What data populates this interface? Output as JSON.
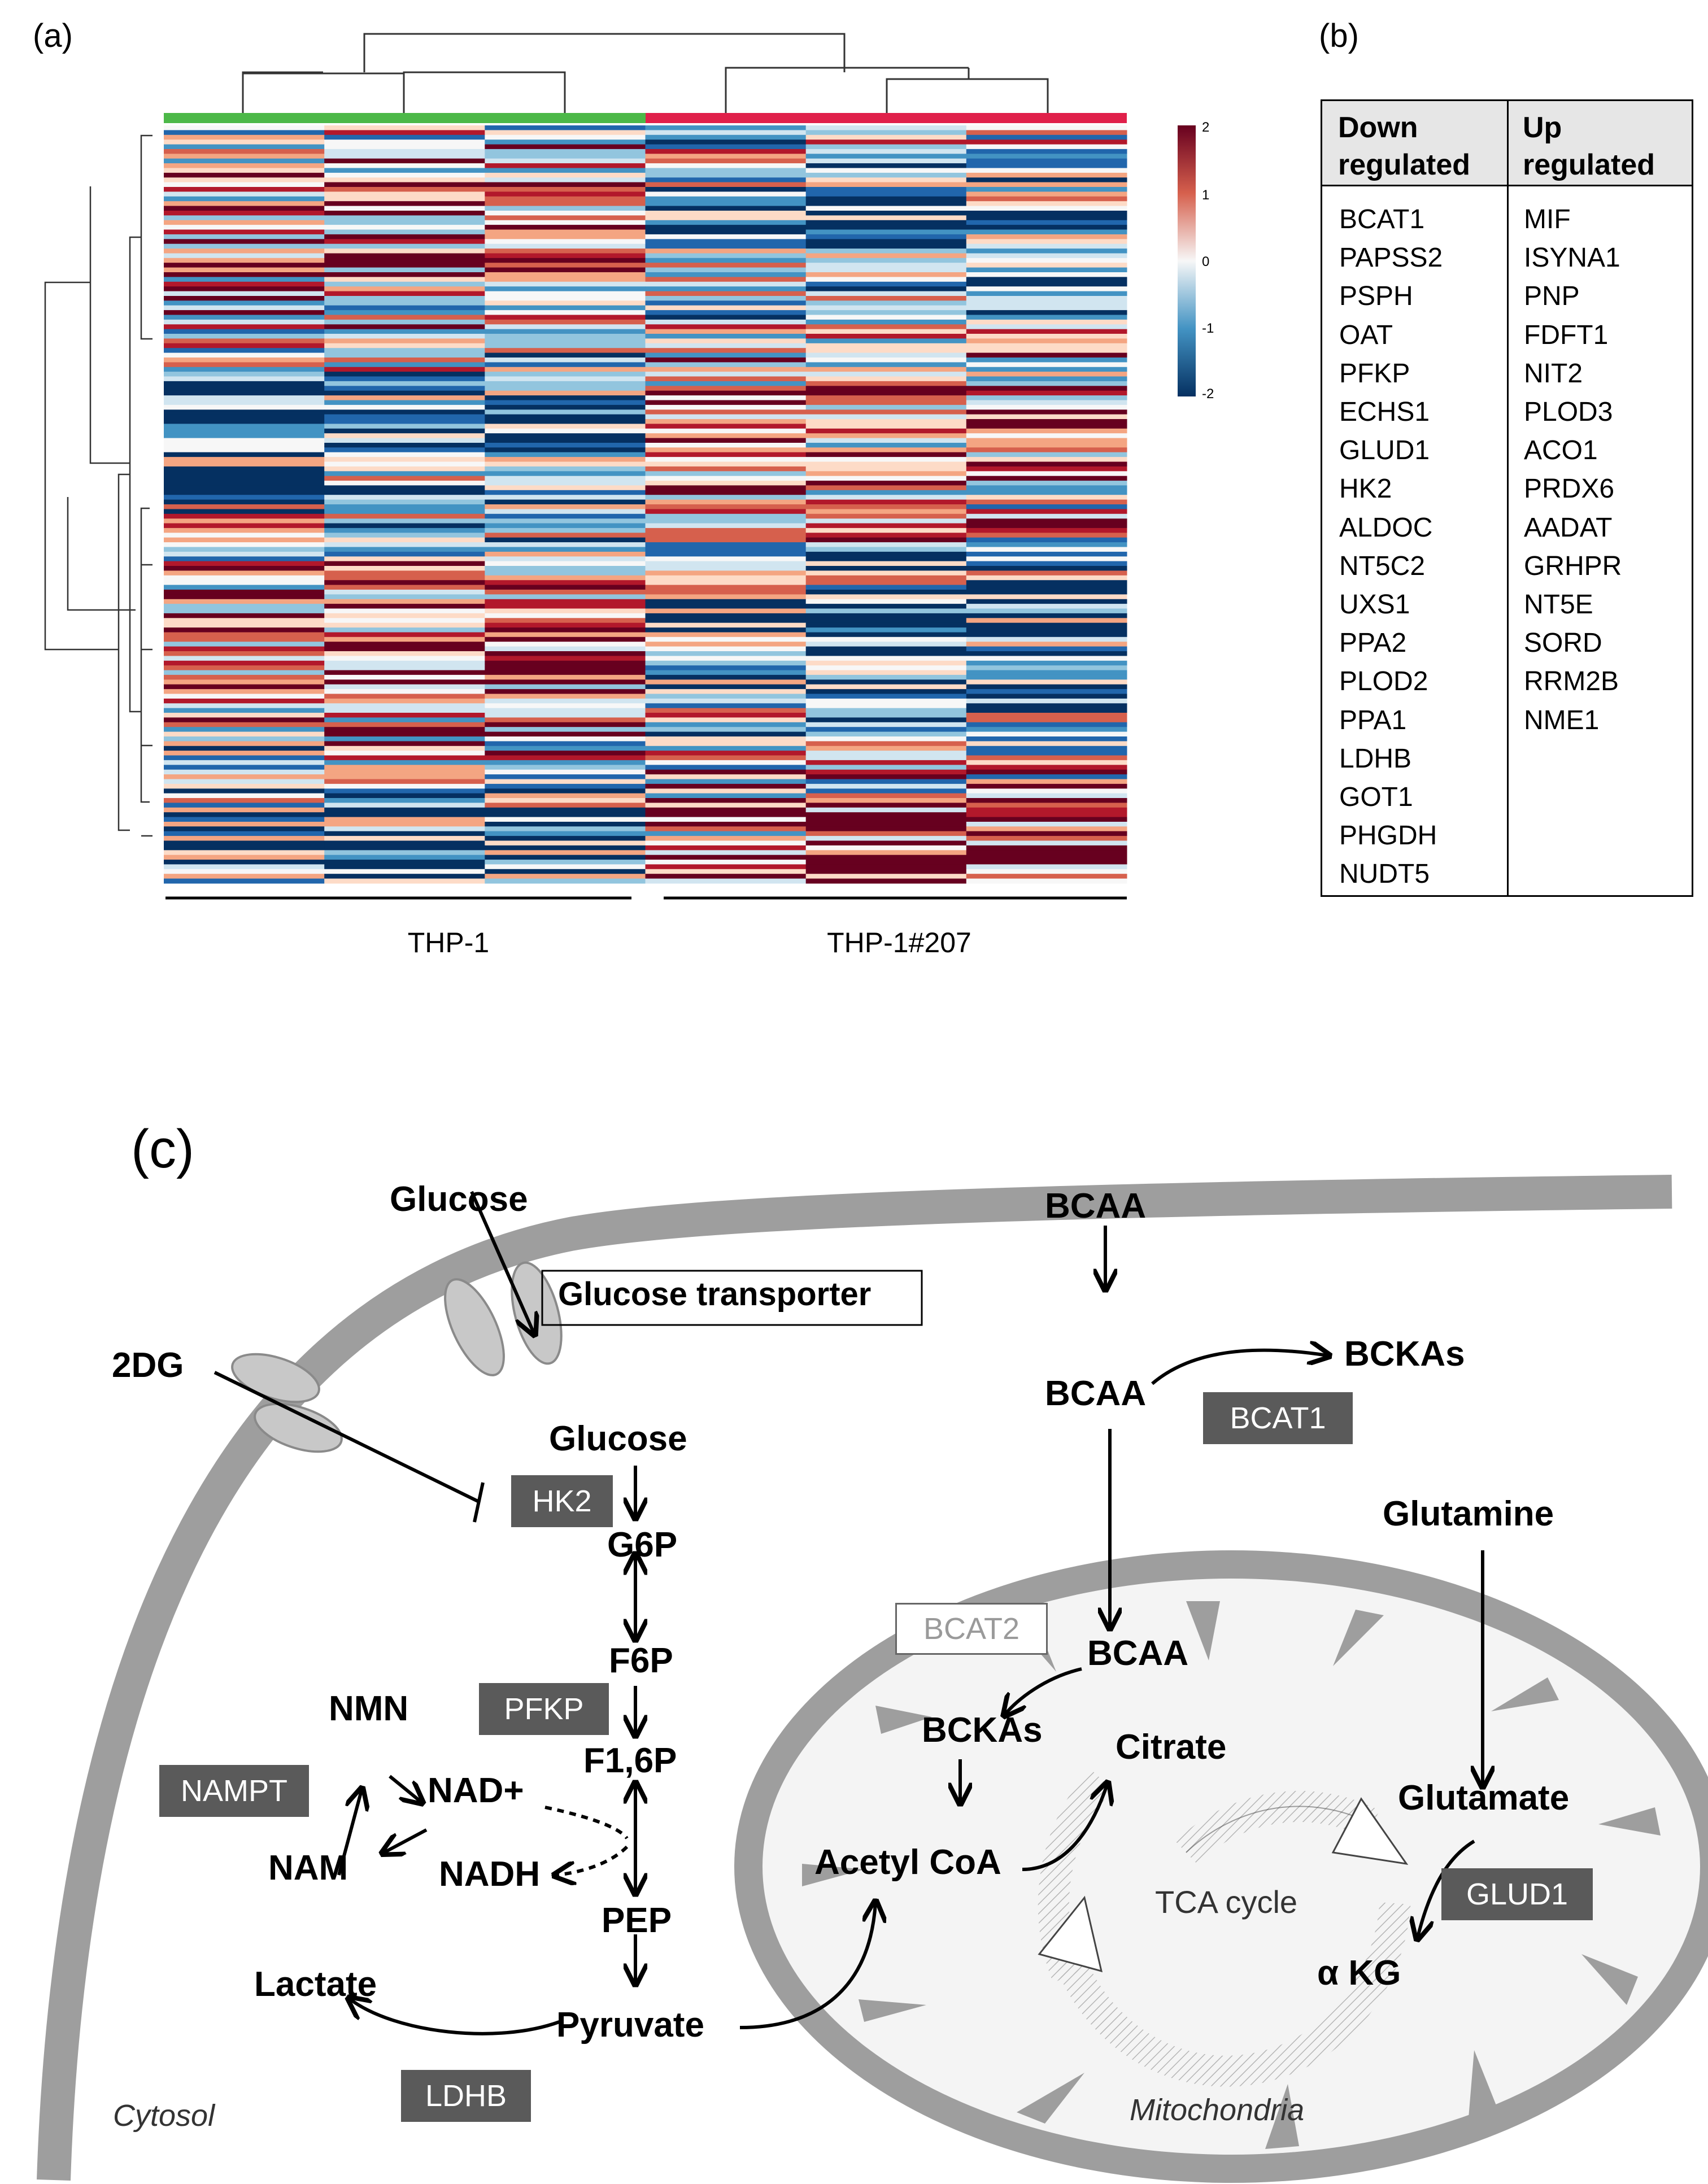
{
  "panel_a": {
    "label": "(a)",
    "group_labels": [
      "THP-1",
      "THP-1#207"
    ],
    "group_bar_colors": [
      "#4cb848",
      "#e0204a"
    ],
    "color_scale": {
      "ticks": [
        "2",
        "1",
        "0",
        "-1",
        "-2"
      ],
      "colors": [
        "#67001f",
        "#d6604d",
        "#f7f7f7",
        "#4393c3",
        "#053061"
      ]
    }
  },
  "panel_b": {
    "label": "(b)",
    "headers": [
      "Down\nregulated",
      "Up\nregulated"
    ],
    "down_regulated": [
      "BCAT1",
      "PAPSS2",
      "PSPH",
      "OAT",
      "PFKP",
      "ECHS1",
      "GLUD1",
      "HK2",
      "ALDOC",
      "NT5C2",
      "UXS1",
      "PPA2",
      "PLOD2",
      "PPA1",
      "LDHB",
      "GOT1",
      "PHGDH",
      "NUDT5"
    ],
    "up_regulated": [
      "MIF",
      "ISYNA1",
      "PNP",
      "FDFT1",
      "NIT2",
      "PLOD3",
      "ACO1",
      "PRDX6",
      "AADAT",
      "GRHPR",
      "NT5E",
      "SORD",
      "RRM2B",
      "NME1"
    ]
  },
  "panel_c": {
    "label": "(c)",
    "metabolites": {
      "glucose_out": "Glucose",
      "glucose_in": "Glucose",
      "twodg": "2DG",
      "g6p": "G6P",
      "f6p": "F6P",
      "f16p": "F1,6P",
      "pep": "PEP",
      "pyruvate": "Pyruvate",
      "lactate": "Lactate",
      "nmn": "NMN",
      "nadp": "NAD+",
      "nam": "NAM",
      "nadh": "NADH",
      "bcaa_out": "BCAA",
      "bcaa_cyt": "BCAA",
      "bckas_cyt": "BCKAs",
      "bcaa_mito": "BCAA",
      "bckas_mito": "BCKAs",
      "acetyl_coa": "Acetyl CoA",
      "citrate": "Citrate",
      "glutamine": "Glutamine",
      "glutamate": "Glutamate",
      "akg": "α KG"
    },
    "enzymes": {
      "hk2": "HK2",
      "pfkp": "PFKP",
      "nampt": "NAMPT",
      "ldhb": "LDHB",
      "bcat1": "BCAT1",
      "bcat2": "BCAT2",
      "glud1": "GLUD1"
    },
    "transporter": "Glucose transporter",
    "tca_label": "TCA cycle",
    "compartments": {
      "cytosol": "Cytosol",
      "mitochondria": "Mitochondria"
    }
  }
}
